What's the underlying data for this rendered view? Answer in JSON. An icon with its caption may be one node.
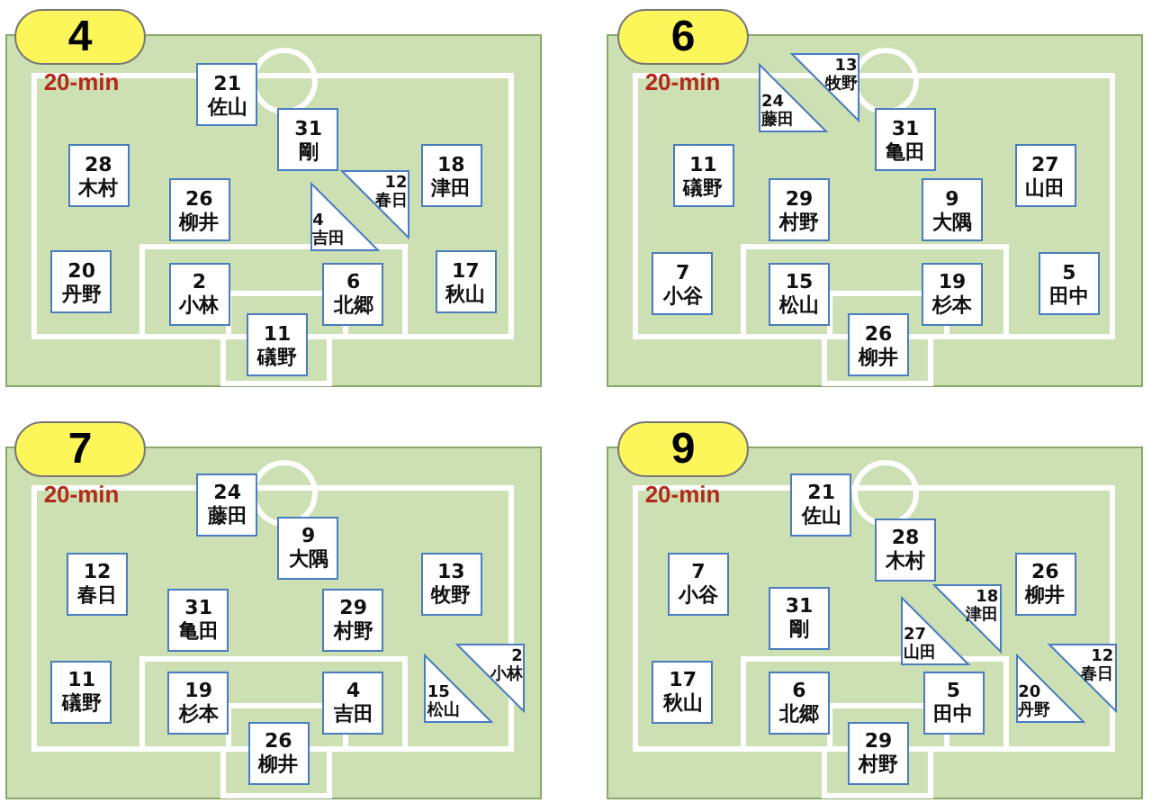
{
  "diagram": {
    "nodes": [
      {
        "text": [
          "4"
        ]
      },
      {
        "text": [
          "20-min"
        ]
      },
      {
        "text": [
          "21",
          "佐山"
        ],
        "in": 1
      },
      {
        "text": [
          "31",
          "剛"
        ],
        "in": 1
      },
      {
        "text": [
          "28",
          "木村"
        ],
        "in": 1
      },
      {
        "text": [
          "18",
          "津田"
        ],
        "in": 1
      },
      {
        "text": [
          "12",
          "春日"
        ],
        "in": 1
      },
      {
        "text": [
          "26",
          "柳井"
        ],
        "in": 1
      },
      {
        "text": [
          "4",
          "吉田"
        ],
        "in": 1
      },
      {
        "text": [
          "20",
          "丹野"
        ],
        "in": 1
      },
      {
        "text": [
          "17",
          "秋山"
        ],
        "in": 1
      },
      {
        "text": [
          "2",
          "小林"
        ],
        "in": 1
      },
      {
        "text": [
          "6",
          "北郷"
        ],
        "in": 1
      },
      {
        "text": [
          "11",
          "礒野"
        ],
        "in": 1
      },
      {
        "text": [
          "6"
        ]
      },
      {
        "text": [
          "20-min"
        ]
      },
      {
        "text": [
          "13",
          "牧野"
        ],
        "in": 15
      },
      {
        "text": [
          "24",
          "藤田"
        ],
        "in": 15
      },
      {
        "text": [
          "31",
          "亀田"
        ],
        "in": 15
      },
      {
        "text": [
          "11",
          "礒野"
        ],
        "in": 15
      },
      {
        "text": [
          "27",
          "山田"
        ],
        "in": 15
      },
      {
        "text": [
          "29",
          "村野"
        ],
        "in": 15
      },
      {
        "text": [
          "9",
          "大隅"
        ],
        "in": 15
      },
      {
        "text": [
          "7",
          "小谷"
        ],
        "in": 15
      },
      {
        "text": [
          "5",
          "田中"
        ],
        "in": 15
      },
      {
        "text": [
          "15",
          "松山"
        ],
        "in": 15
      },
      {
        "text": [
          "19",
          "杉本"
        ],
        "in": 15
      },
      {
        "text": [
          "26",
          "柳井"
        ],
        "in": 15
      },
      {
        "text": [
          "7"
        ]
      },
      {
        "text": [
          "20-min"
        ]
      },
      {
        "text": [
          "24",
          "藤田"
        ],
        "in": 29
      },
      {
        "text": [
          "9",
          "大隅"
        ],
        "in": 29
      },
      {
        "text": [
          "12",
          "春日"
        ],
        "in": 29
      },
      {
        "text": [
          "13",
          "牧野"
        ],
        "in": 29
      },
      {
        "text": [
          "31",
          "亀田"
        ],
        "in": 29
      },
      {
        "text": [
          "29",
          "村野"
        ],
        "in": 29
      },
      {
        "text": [
          "2",
          "小林"
        ],
        "in": 29
      },
      {
        "text": [
          "15",
          "松山"
        ],
        "in": 29
      },
      {
        "text": [
          "11",
          "礒野"
        ],
        "in": 29
      },
      {
        "text": [
          "19",
          "杉本"
        ],
        "in": 29
      },
      {
        "text": [
          "4",
          "吉田"
        ],
        "in": 29
      },
      {
        "text": [
          "26",
          "柳井"
        ],
        "in": 29
      },
      {
        "text": [
          "9"
        ]
      },
      {
        "text": [
          "20-min"
        ]
      },
      {
        "text": [
          "21",
          "佐山"
        ],
        "in": 43
      },
      {
        "text": [
          "28",
          "木村"
        ],
        "in": 43
      },
      {
        "text": [
          "7",
          "小谷"
        ],
        "in": 43
      },
      {
        "text": [
          "26",
          "柳井"
        ],
        "in": 43
      },
      {
        "text": [
          "18",
          "津田"
        ],
        "in": 43
      },
      {
        "text": [
          "31",
          "剛"
        ],
        "in": 43
      },
      {
        "text": [
          "27",
          "山田"
        ],
        "in": 43
      },
      {
        "text": [
          "12",
          "春日"
        ],
        "in": 43
      },
      {
        "text": [
          "20",
          "丹野"
        ],
        "in": 43
      },
      {
        "text": [
          "17",
          "秋山"
        ],
        "in": 43
      },
      {
        "text": [
          "6",
          "北郷"
        ],
        "in": 43
      },
      {
        "text": [
          "5",
          "田中"
        ],
        "in": 43
      },
      {
        "text": [
          "29",
          "村野"
        ],
        "in": 43
      }
    ]
  }
}
